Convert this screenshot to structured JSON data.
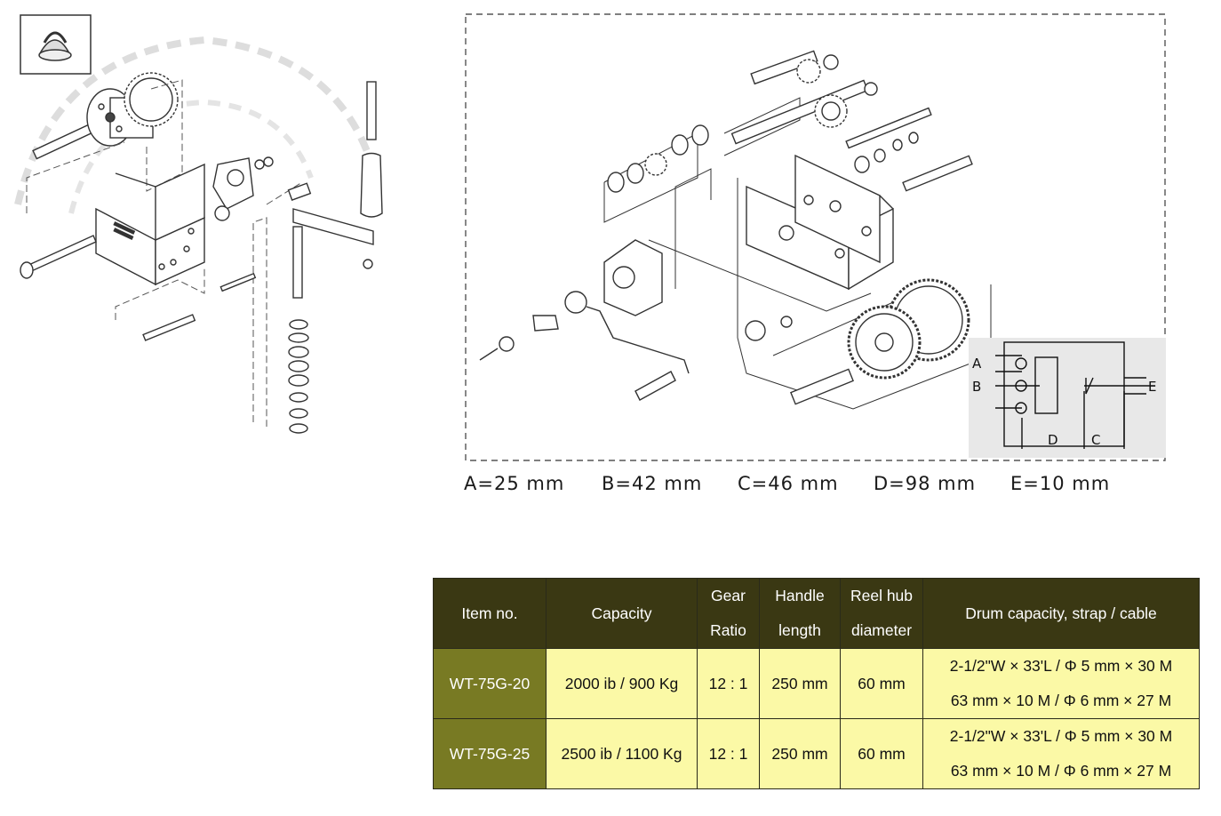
{
  "dimensions": [
    "A=25 mm",
    "B=42 mm",
    "C=46 mm",
    "D=98 mm",
    "E=10 mm"
  ],
  "inset_labels": {
    "a": "A",
    "b": "B",
    "c": "C",
    "d": "D",
    "e": "E"
  },
  "table": {
    "headers": {
      "item": "Item no.",
      "capacity": "Capacity",
      "gear_1": "Gear",
      "gear_2": "Ratio",
      "handle_1": "Handle",
      "handle_2": "length",
      "reel_1": "Reel hub",
      "reel_2": "diameter",
      "drum": "Drum capacity, strap / cable"
    },
    "rows": [
      {
        "item": "WT-75G-20",
        "capacity": "2000 ib / 900 Kg",
        "gear": "12 : 1",
        "handle": "250 mm",
        "reel": "60 mm",
        "drum_1": "2-1/2\"W × 33'L / Φ 5 mm × 30 M",
        "drum_2": "63 mm × 10 M / Φ 6 mm × 27 M"
      },
      {
        "item": "WT-75G-25",
        "capacity": "2500 ib / 1100 Kg",
        "gear": "12 : 1",
        "handle": "250 mm",
        "reel": "60 mm",
        "drum_1": "2-1/2\"W × 33'L / Φ 5 mm × 30 M",
        "drum_2": "63 mm × 10 M / Φ 6 mm × 27 M"
      }
    ]
  }
}
